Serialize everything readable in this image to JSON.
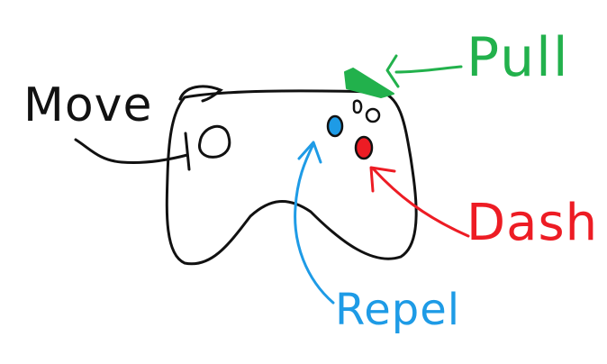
{
  "labels": {
    "move": "Move",
    "pull": "Pull",
    "dash": "Dash",
    "repel": "Repel"
  },
  "colors": {
    "ink": "#111111",
    "pull": "#22b14c",
    "dash": "#ed1c24",
    "repel": "#1e9be6",
    "background": "#ffffff"
  },
  "icons": {
    "controller": "gamepad-icon",
    "stick": "analog-stick-icon",
    "trigger": "trigger-button-icon"
  }
}
